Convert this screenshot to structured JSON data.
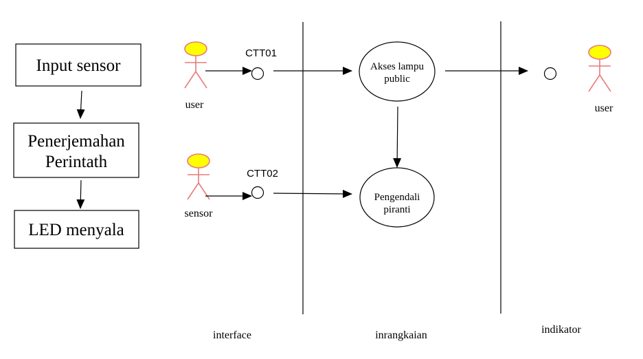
{
  "flowchart": {
    "steps": [
      {
        "lines": [
          "Input sensor"
        ]
      },
      {
        "lines": [
          "Penerjemahan",
          "Perintath"
        ]
      },
      {
        "lines": [
          "LED menyala"
        ]
      }
    ]
  },
  "actors": {
    "user_left": {
      "label": "user"
    },
    "sensor": {
      "label": "sensor"
    },
    "user_right": {
      "label": "user"
    }
  },
  "interfaces": {
    "ctt01": {
      "label": "CTT01"
    },
    "ctt02": {
      "label": "CTT02"
    }
  },
  "use_cases": {
    "akses": {
      "lines": [
        "Akses lampu",
        "public"
      ]
    },
    "pengendali": {
      "lines": [
        "Pengendali",
        "piranti"
      ]
    }
  },
  "lanes": {
    "interface": "interface",
    "inrangkaian": "inrangkaian",
    "indikator": "indikator"
  },
  "colors": {
    "actor_head_fill": "#ffff00",
    "actor_stroke": "#e87a7a",
    "line": "#000000"
  },
  "icons": {
    "actor": "stick-figure-icon",
    "interface": "circle-icon"
  }
}
